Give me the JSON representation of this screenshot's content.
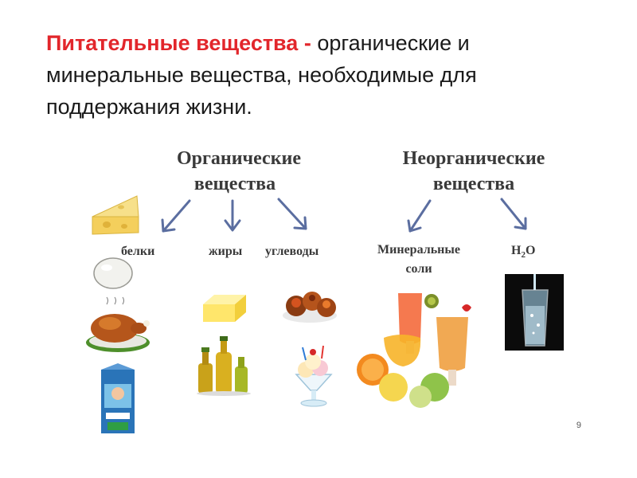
{
  "title": {
    "term": "Питательные вещества -",
    "definition": " органические и минеральные вещества, необходимые для поддержания жизни."
  },
  "organic": {
    "line1": "Органические",
    "line2": "вещества",
    "children": [
      "белки",
      "жиры",
      "углеводы"
    ]
  },
  "inorganic": {
    "line1": "Неорганические",
    "line2": "вещества",
    "salts_line1": "Минеральные",
    "salts_line2": "соли",
    "water_h": "H",
    "water_2": "2",
    "water_o": "O"
  },
  "page_number": "9",
  "colors": {
    "term": "#e2262b",
    "arrow": "#5b6ea0"
  }
}
